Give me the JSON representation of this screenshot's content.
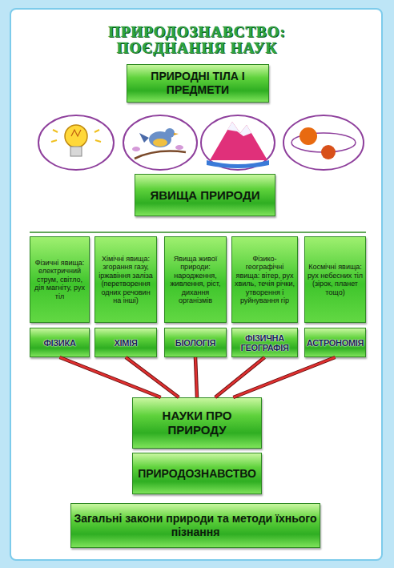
{
  "diagram": {
    "title": "ПРИРОДОЗНАВСТВО: ПОЄДНАННЯ НАУК",
    "nodes": [
      {
        "text": [
          "ПРИРОДНІ ТІЛА І ПРЕДМЕТИ"
        ]
      },
      {
        "text": [
          "ЯВИЩА ПРИРОДИ"
        ]
      },
      {
        "text": [
          "Фізичні явища: електричний струм, світло, дія магніту, рух тіл"
        ]
      },
      {
        "text": [
          "Хімічні явища: згорання газу, іржавіння заліза (перетворення одних речовин на інші)"
        ]
      },
      {
        "text": [
          "Явища живої природи: народження, живлення, ріст, дихання організмів"
        ]
      },
      {
        "text": [
          "Фізико-географічні явища: вітер, рух хвиль, течія річки, утворення і руйнування гір"
        ]
      },
      {
        "text": [
          "Космічні явища: рух небесних тіл (зірок, планет тощо)"
        ]
      },
      {
        "text": [
          "ФІЗИКА"
        ]
      },
      {
        "text": [
          "ХІМІЯ"
        ]
      },
      {
        "text": [
          "БІОЛОГІЯ"
        ]
      },
      {
        "text": [
          "ФІЗИЧНА ГЕОГРАФІЯ"
        ]
      },
      {
        "text": [
          "АСТРОНОМІЯ"
        ]
      },
      {
        "text": [
          "НАУКИ ПРО ПРИРОДУ"
        ]
      },
      {
        "text": [
          "ПРИРОДОЗНАВСТВО"
        ]
      },
      {
        "text": [
          "Загальні закони природи та методи їхнього пізнання"
        ]
      }
    ],
    "edges": [
      {
        "from": 7,
        "to": 12,
        "arrow": "none"
      },
      {
        "from": 8,
        "to": 12,
        "arrow": "none"
      },
      {
        "from": 9,
        "to": 12,
        "arrow": "none"
      },
      {
        "from": 10,
        "to": 12,
        "arrow": "none"
      },
      {
        "from": 11,
        "to": 12,
        "arrow": "none"
      }
    ]
  }
}
